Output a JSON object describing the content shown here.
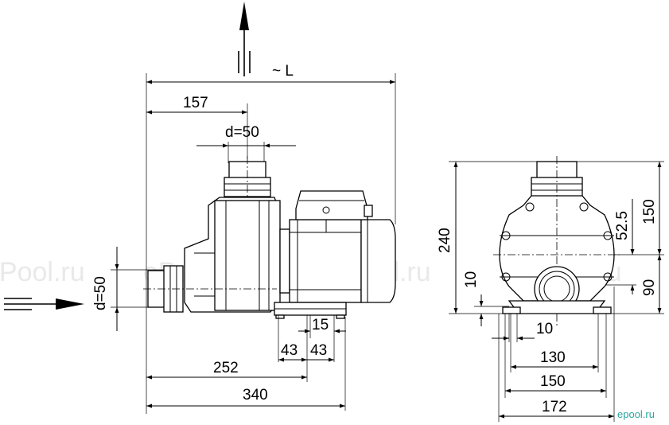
{
  "watermark": "ePool.ru",
  "logo": "epool.ru",
  "side_view": {
    "overall_length_label": "~ L",
    "inlet_offset": "157",
    "outlet_diameter": "d=50",
    "inlet_diameter": "d=50",
    "foot_hole": "15",
    "foot_spacing_a": "43",
    "foot_spacing_b": "43",
    "foot_position": "252",
    "overall_base": "340"
  },
  "front_view": {
    "total_height": "240",
    "top_height": "150",
    "outlet_offset": "52.5",
    "axis_height": "90",
    "foot_height": "10",
    "foot_width": "10",
    "hole_spacing": "130",
    "base_width": "150",
    "overall_width": "172"
  }
}
